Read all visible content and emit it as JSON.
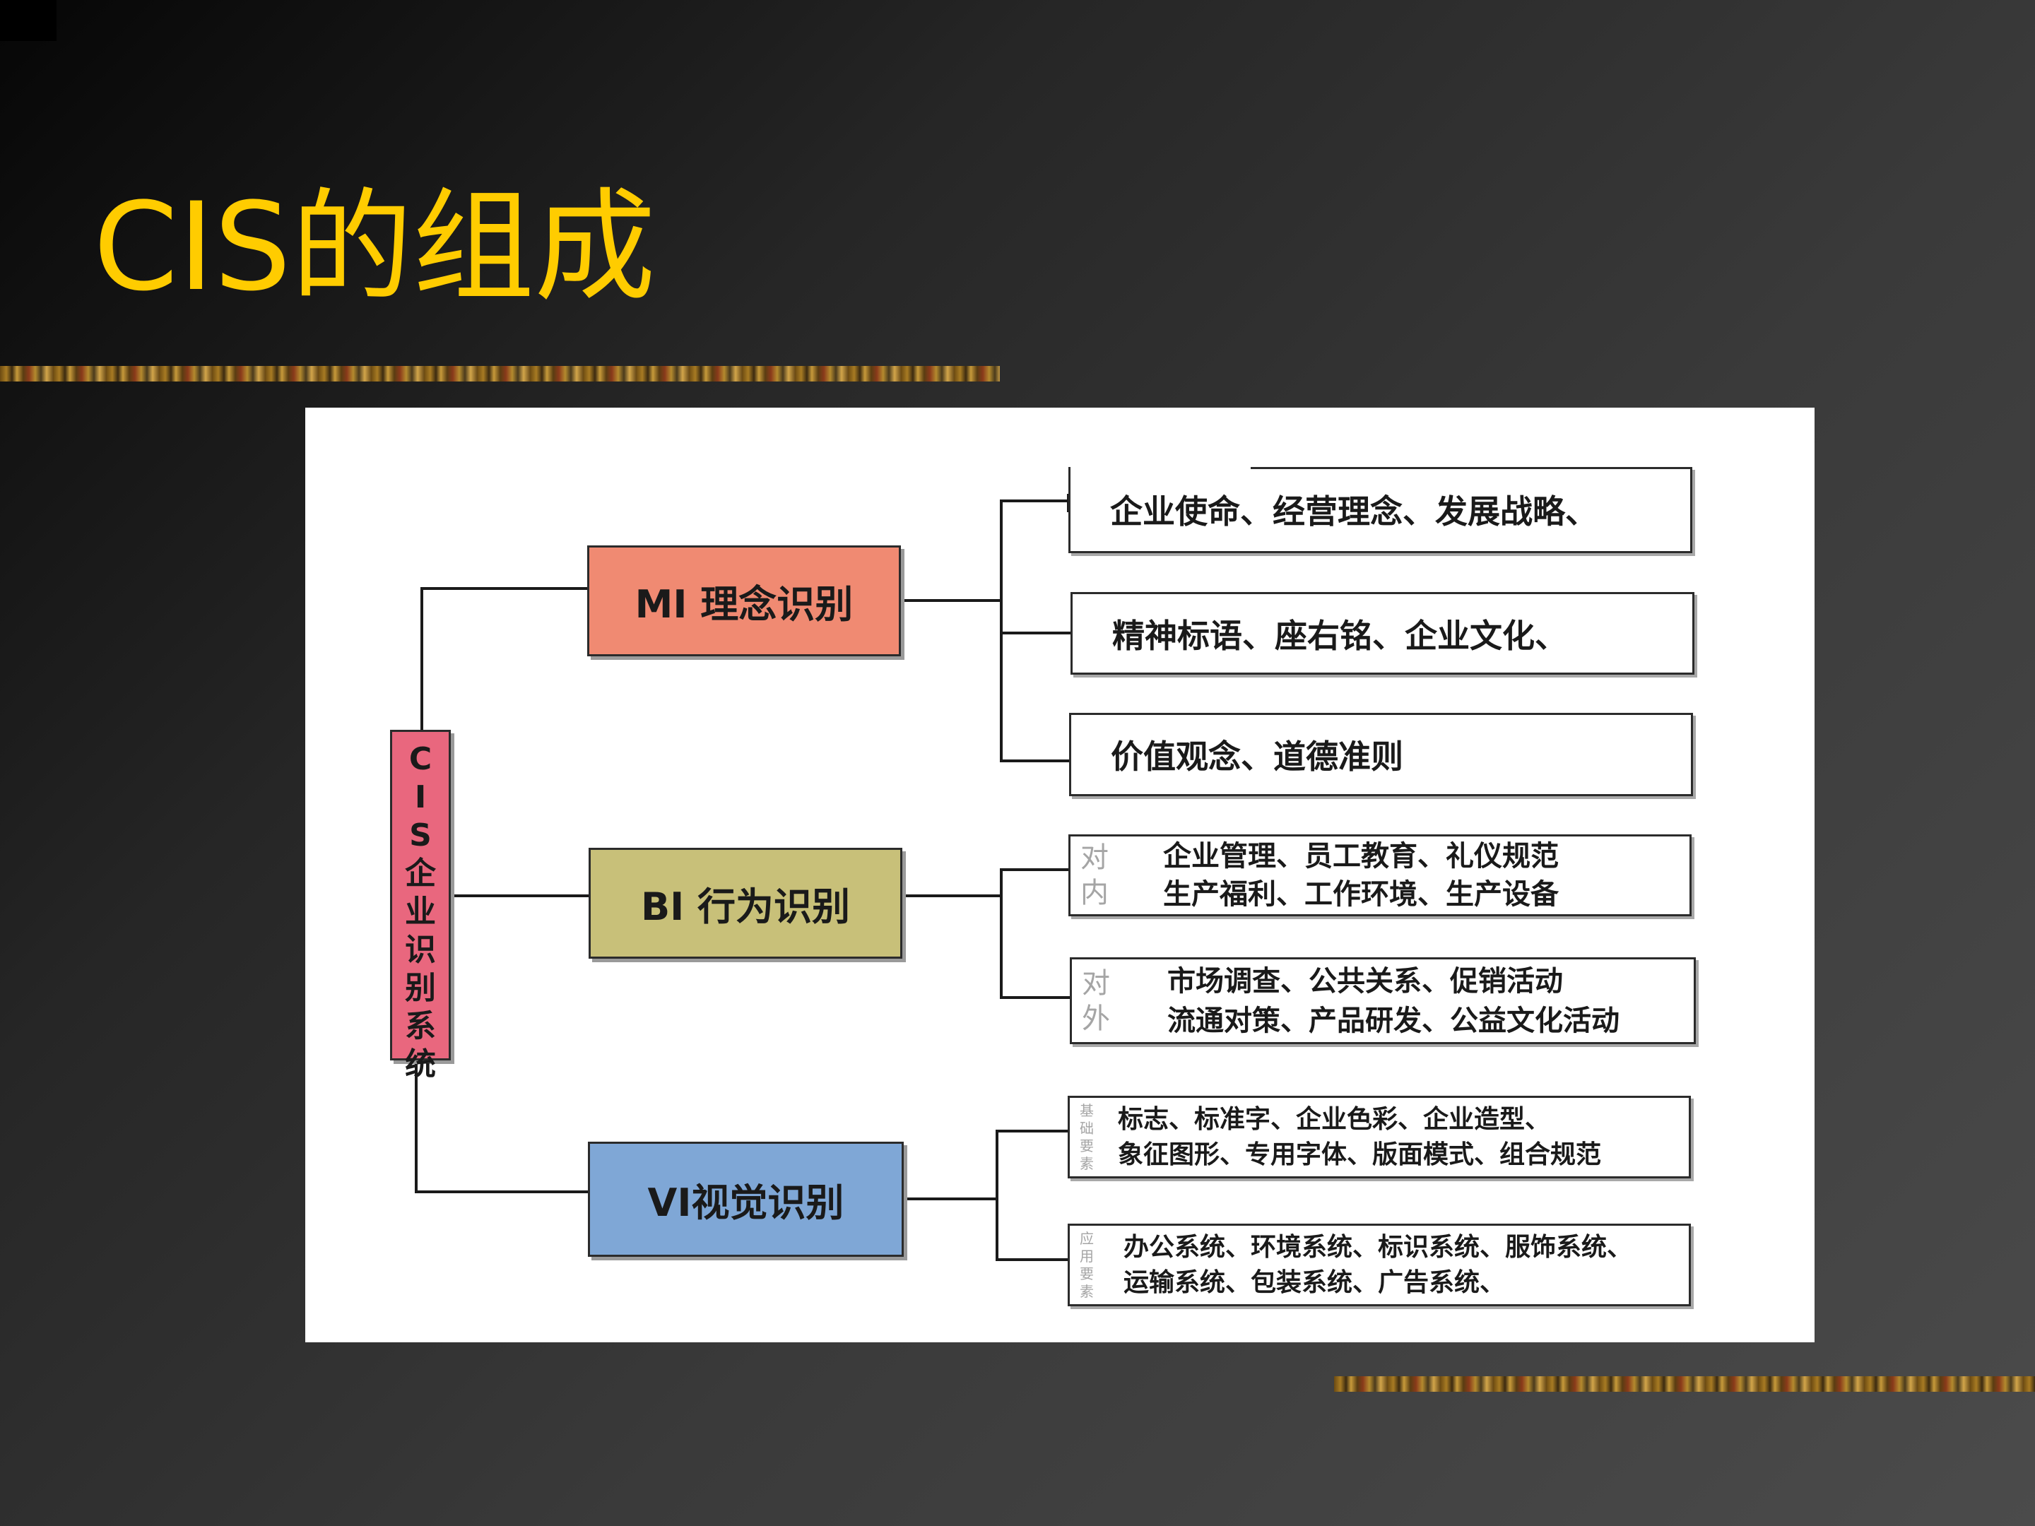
{
  "slide": {
    "title": "CIS的组成"
  },
  "diagram": {
    "root": {
      "chars": [
        "C",
        "I",
        "S",
        "企",
        "业",
        "识",
        "别",
        "系",
        "统"
      ]
    },
    "branches": {
      "mi": {
        "label": "MI  理念识别",
        "color": "#f08a72"
      },
      "bi": {
        "label": "BI  行为识别",
        "color": "#c8c079"
      },
      "vi": {
        "label": "VI视觉识别",
        "color": "#7fa7d6"
      }
    },
    "leaves": {
      "mi_1": "企业使命、经营理念、发展战略、",
      "mi_2": "精神标语、座右铭、企业文化、",
      "mi_3": "价值观念、道德准则",
      "bi_inner": {
        "tag": [
          "对",
          "内"
        ],
        "lines": [
          "企业管理、员工教育、礼仪规范",
          "生产福利、工作环境、生产设备"
        ]
      },
      "bi_outer": {
        "tag": [
          "对",
          "外"
        ],
        "lines": [
          "市场调查、公共关系、促销活动",
          "流通对策、产品研发、公益文化活动"
        ]
      },
      "vi_basic": {
        "tag": [
          "基",
          "础",
          "要",
          "素"
        ],
        "lines": [
          "标志、标准字、企业色彩、企业造型、",
          "象征图形、专用字体、版面模式、组合规范"
        ]
      },
      "vi_apply": {
        "tag": [
          "应",
          "用",
          "要",
          "素"
        ],
        "lines": [
          "办公系统、环境系统、标识系统、服饰系统、",
          "运输系统、包装系统、广告系统、"
        ]
      }
    }
  }
}
